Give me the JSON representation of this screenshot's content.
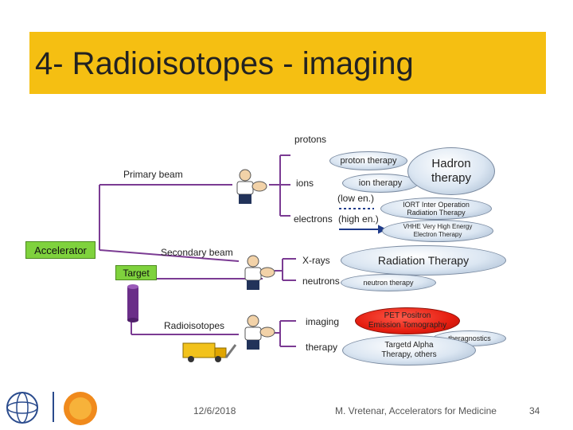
{
  "slide": {
    "title": "4- Radioisotopes - imaging"
  },
  "labels": {
    "primary_beam": "Primary beam",
    "secondary_beam": "Secondary beam",
    "accelerator": "Accelerator",
    "target": "Target",
    "radioisotopes": "Radioisotopes",
    "protons": "protons",
    "ions": "ions",
    "electrons": "electrons",
    "low_en": "(low en.)",
    "high_en": "(high en.)",
    "xrays": "X-rays",
    "neutrons": "neutrons",
    "imaging": "imaging",
    "therapy": "therapy"
  },
  "bubbles": {
    "proton_therapy": "proton therapy",
    "ion_therapy": "ion therapy",
    "hadron_therapy": "Hadron therapy",
    "iort": "IORT Inter Operation Radiation Therapy",
    "vhee": "VHHE Very High Energy Electron Therapy",
    "radiation_therapy": "Radiation Therapy",
    "neutron_therapy": "neutron therapy",
    "pet": "PET Positron Emission Tomography",
    "theragnostics": "theragnostics",
    "targeted_alpha": "Targetd Alpha Therapy, others"
  },
  "footer": {
    "date": "12/6/2018",
    "author": "M. Vretenar, Accelerators for Medicine",
    "page": "34"
  },
  "colors": {
    "title_bg": "#f5bf12",
    "line_purple": "#7b3b93",
    "accelerator_green": "#7fd23d",
    "pet_red": "#e51e10"
  }
}
